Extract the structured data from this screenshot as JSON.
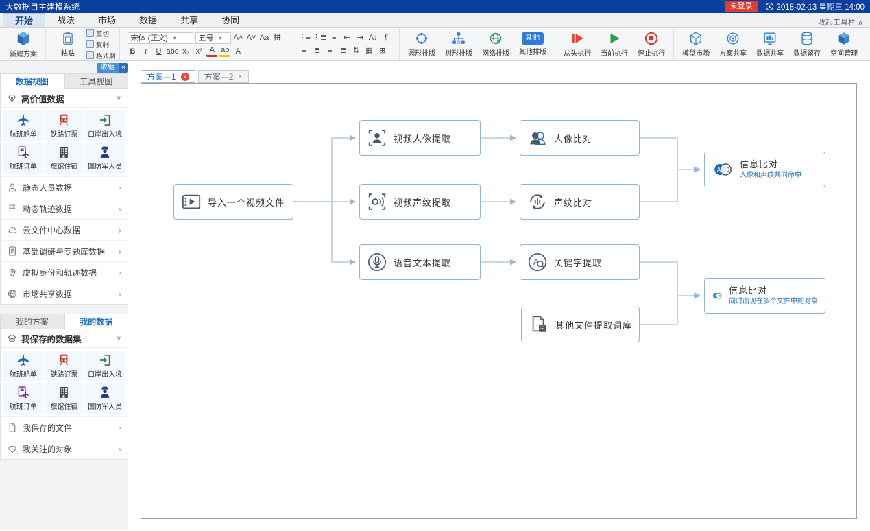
{
  "colors": {
    "titlebar_bg": "#0a3f9d",
    "accent_blue": "#1a6fc4",
    "login_alert": "#e03c31",
    "node_border": "#8fb6da",
    "run_green": "#2e9e3f",
    "stop_red": "#d93025",
    "connector": "#a9c0d8"
  },
  "glyphs": {
    "caret_down": "▾",
    "chevron_right": "›",
    "section_expanded": "∨",
    "close": "×",
    "collapse": "«",
    "toolbar_collapse": "∧"
  },
  "titlebar": {
    "title": "大数据自主建模系统",
    "login_status": "未登录",
    "datetime": "2018-02-13 星期三 14:00"
  },
  "ribbon": {
    "tabs": [
      {
        "label": "开始"
      },
      {
        "label": "战法"
      },
      {
        "label": "市场"
      },
      {
        "label": "数据"
      },
      {
        "label": "共享"
      },
      {
        "label": "协同"
      }
    ],
    "collapse_toolbar": "收起工具栏",
    "new_plan": "新建方案",
    "clipboard": {
      "paste": "粘贴",
      "cut": "剪切",
      "copy": "复制",
      "format_painter": "格式刷"
    },
    "font": {
      "family": "宋体 (正文)",
      "size": "五号",
      "row1": [
        "A˄",
        "A˅",
        "Aa",
        "拼"
      ],
      "row2": [
        "B",
        "I",
        "U",
        "abc",
        "x₂",
        "x²",
        "A",
        "ab",
        "A"
      ]
    },
    "paragraph": {
      "row1": [
        "⋮≡",
        "⋮≣",
        "≡",
        "⇤",
        "⇥",
        "A↓",
        "¶"
      ],
      "row2": [
        "≡",
        "≣",
        "≡",
        "≣",
        "⇅",
        "▦",
        "⊞"
      ]
    },
    "layouts": [
      {
        "label": "圆形排版"
      },
      {
        "label": "树形排版"
      },
      {
        "label": "网络排版"
      },
      {
        "label": "其他排版",
        "badge": "其他"
      }
    ],
    "run": [
      {
        "label": "从头执行"
      },
      {
        "label": "当前执行"
      },
      {
        "label": "停止执行"
      }
    ],
    "manage": [
      {
        "label": "模型市场"
      },
      {
        "label": "方案共享"
      },
      {
        "label": "数据共享"
      },
      {
        "label": "数据留存"
      },
      {
        "label": "空间管理"
      }
    ]
  },
  "sidebar": {
    "collapse_label": "收缩",
    "view_tabs": [
      {
        "label": "数据视图"
      },
      {
        "label": "工具视图"
      }
    ],
    "high_value_header": "高价值数据",
    "datasets": [
      {
        "label": "航班舱单"
      },
      {
        "label": "铁路订票"
      },
      {
        "label": "口岸出入境"
      },
      {
        "label": "航班订单"
      },
      {
        "label": "旅馆住宿"
      },
      {
        "label": "国防军人员"
      }
    ],
    "categories": [
      {
        "label": "静态人员数据"
      },
      {
        "label": "动态轨迹数据"
      },
      {
        "label": "云文件中心数据"
      },
      {
        "label": "基础调研与专题库数据"
      },
      {
        "label": "虚拟身份和轨迹数据"
      },
      {
        "label": "市场共享数据"
      }
    ],
    "bottom_tabs": [
      {
        "label": "我的方案"
      },
      {
        "label": "我的数据"
      }
    ],
    "saved_header": "我保存的数据集",
    "bottom_items": [
      {
        "label": "我保存的文件"
      },
      {
        "label": "我关注的对象"
      }
    ]
  },
  "canvas": {
    "tabs": [
      {
        "label": "方案—1"
      },
      {
        "label": "方案—2"
      }
    ],
    "nodes": {
      "import": {
        "label": "导入一个视频文件"
      },
      "video_face": {
        "label": "视频人像提取"
      },
      "video_voice": {
        "label": "视频声纹提取"
      },
      "speech_text": {
        "label": "语音文本提取"
      },
      "face_compare": {
        "label": "人像比对"
      },
      "voice_compare": {
        "label": "声纹比对"
      },
      "keyword": {
        "label": "关键字提取"
      },
      "other_files": {
        "label": "其他文件提取词库"
      },
      "info_compare_1": {
        "label": "信息比对",
        "sublabel": "人像和声纹共同命中"
      },
      "info_compare_2": {
        "label": "信息比对",
        "sublabel": "同时出现在多个文件中的对象"
      }
    },
    "venn": {
      "a": "A",
      "b": "B"
    },
    "keyword_letter": "A"
  }
}
